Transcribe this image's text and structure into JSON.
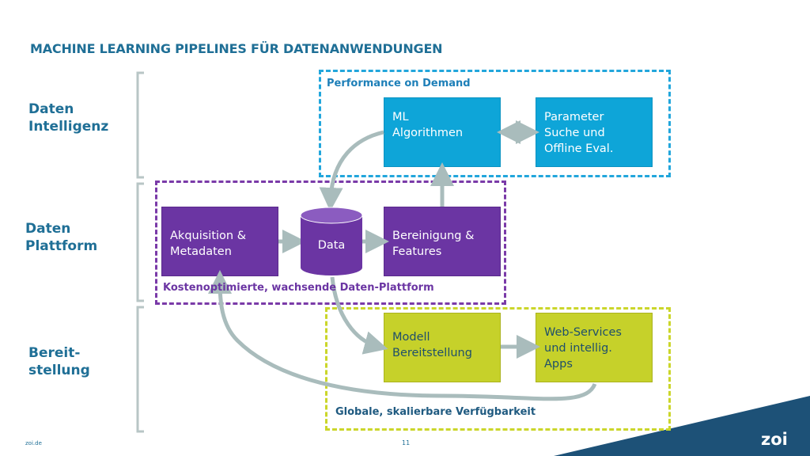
{
  "title": "MACHINE LEARNING PIPELINES FÜR DATENANWENDUNGEN",
  "side_labels": {
    "intelligence": "Daten\nIntelligenz",
    "platform": "Daten\nPlattform",
    "deployment": "Bereit-\nstellung"
  },
  "regions": {
    "performance": "Performance on Demand",
    "platform": "Kostenoptimierte, wachsende Daten-Plattform",
    "availability": "Globale, skalierbare Verfügbarkeit"
  },
  "boxes": {
    "ml": "ML\nAlgorithmen",
    "params": "Parameter\nSuche und\nOffline Eval.",
    "acquisition": "Akquisition &\nMetadaten",
    "data": "Data",
    "cleaning": "Bereinigung &\nFeatures",
    "model": "Modell\nBereitstellung",
    "web": "Web-Services\nund intellig.\nApps"
  },
  "footer": {
    "left": "zoi.de",
    "page": "11",
    "logo": "zoi"
  },
  "colors": {
    "title": "#1f6f96",
    "purple": "#6b35a3",
    "blue": "#0ea5d8",
    "lime": "#c6d12a",
    "arrow": "#a9bcbc"
  }
}
